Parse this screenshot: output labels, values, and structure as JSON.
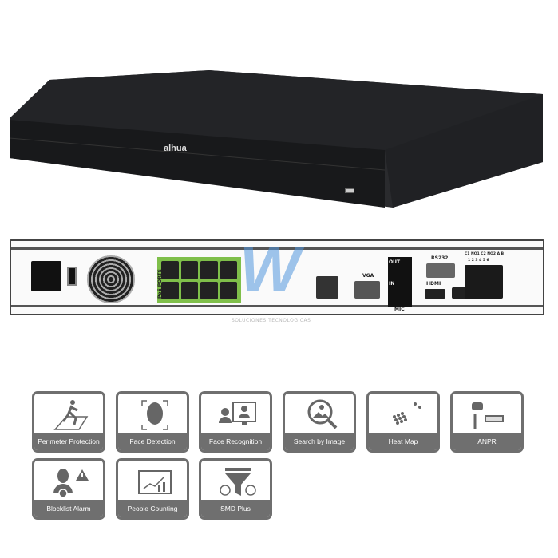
{
  "product": {
    "brand_logo": "alhua",
    "rear_labels": {
      "poe": "PoE PORTS",
      "vga": "VGA",
      "out": "OUT",
      "in": "IN",
      "mic": "MIC",
      "hdmi": "HDMI",
      "rs232": "RS232",
      "alarm_header": "C1 NO1 C2 NO2 A B",
      "alarm_numbers": "1 2 3 4 5 6"
    }
  },
  "watermark": {
    "logo": "W",
    "tagline": "SOLUCIONES TECNOLOGICAS"
  },
  "features": [
    {
      "label": "Perimeter Protection",
      "icon": "perimeter-icon"
    },
    {
      "label": "Face Detection",
      "icon": "face-detection-icon"
    },
    {
      "label": "Face Recognition",
      "icon": "face-recognition-icon"
    },
    {
      "label": "Search by Image",
      "icon": "search-image-icon"
    },
    {
      "label": "Heat Map",
      "icon": "heat-map-icon"
    },
    {
      "label": "ANPR",
      "icon": "anpr-icon"
    },
    {
      "label": "Blocklist Alarm",
      "icon": "blocklist-alarm-icon"
    },
    {
      "label": "People Counting",
      "icon": "people-counting-icon"
    },
    {
      "label": "SMD Plus",
      "icon": "smd-plus-icon"
    }
  ],
  "colors": {
    "tile": "#6f6f6f",
    "device": "#1e1f22",
    "poe_green": "#7fbf4a"
  }
}
